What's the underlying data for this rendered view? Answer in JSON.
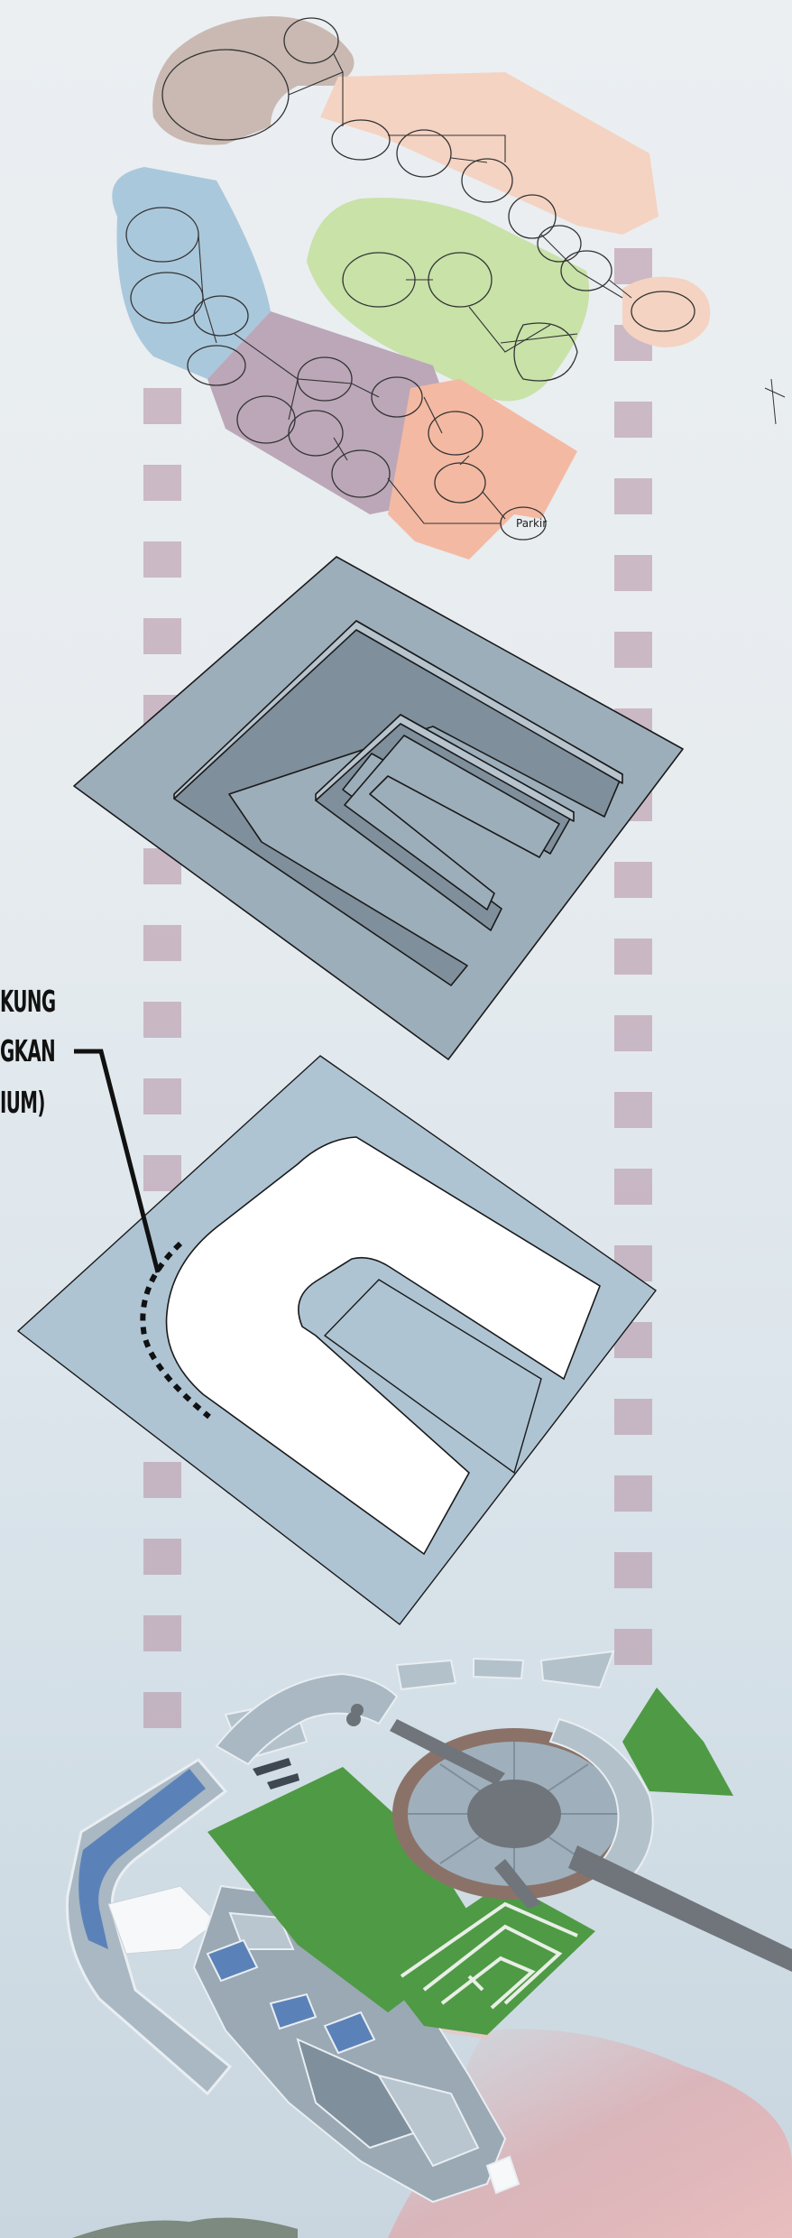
{
  "annotation": {
    "lines": [
      "KUNG",
      "GKAN",
      "IUM)"
    ]
  },
  "sketch": {
    "notes": [
      "Parkir"
    ]
  },
  "colors": {
    "dash": "#b896a8",
    "zone_brown": "#c9b9b2",
    "zone_peach": "#f4d3c2",
    "zone_blue": "#aac8dc",
    "zone_green": "#c8e2a8",
    "zone_purple": "#bba7b8",
    "zone_orange": "#f4b9a2",
    "massing_fill": "#9daebb",
    "site_fill": "#aec4d3",
    "park_green": "#4f9a45",
    "roof_blue": "#5b82b8",
    "dome_gray": "#6f757a"
  }
}
